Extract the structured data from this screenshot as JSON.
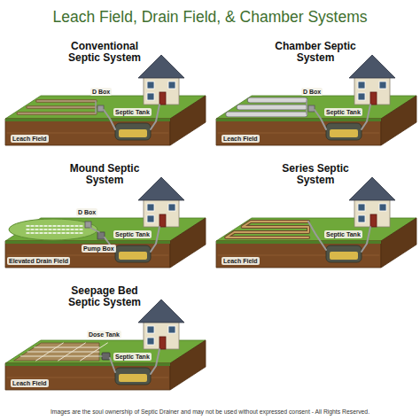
{
  "diagram": {
    "title": "Leach Field, Drain Field, & Chamber Systems",
    "caption": "Images are the soul ownership of Septic Drainer and may not be used without expressed consent - All Rights Reserved.",
    "nodes": [
      {
        "text": [
          "Conventional Septic System",
          "D Box",
          "Septic Tank",
          "Leach Field"
        ]
      },
      {
        "text": [
          "Chamber Septic System",
          "D Box",
          "Septic Tank",
          "Leach Field"
        ]
      },
      {
        "text": [
          "Mound Septic System",
          "D Box",
          "Pump Box",
          "Septic Tank",
          "Elevated Drain Field"
        ]
      },
      {
        "text": [
          "Series Septic System",
          "Septic Tank",
          "Leach Field"
        ]
      },
      {
        "text": [
          "Seepage Bed Septic System",
          "Dose Tank",
          "Septic Tank",
          "Leach Field"
        ]
      }
    ]
  }
}
